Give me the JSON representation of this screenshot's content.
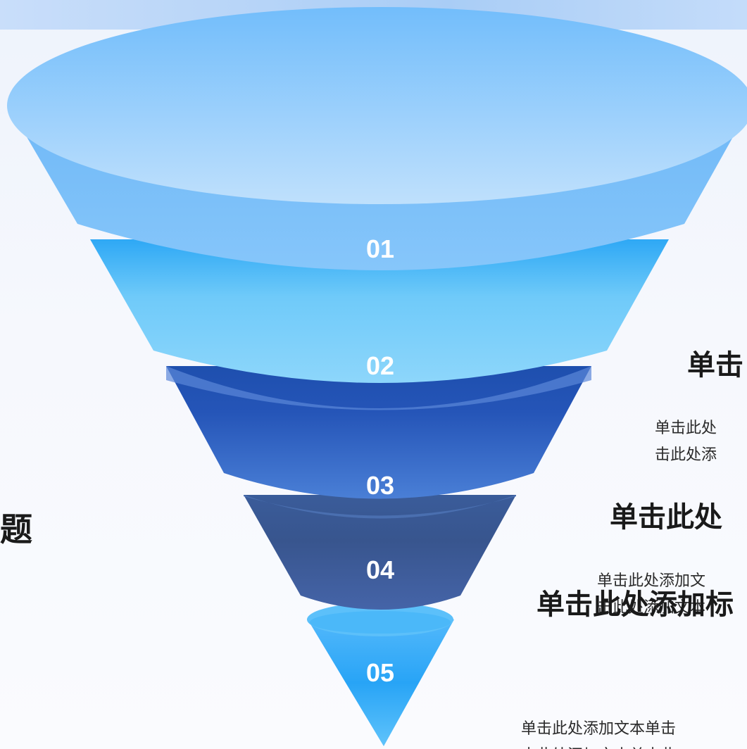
{
  "funnel": {
    "steps": [
      {
        "number": "01"
      },
      {
        "number": "02"
      },
      {
        "number": "03"
      },
      {
        "number": "04"
      },
      {
        "number": "05"
      }
    ]
  },
  "left_title": {
    "visible_text": "题"
  },
  "items": [
    {
      "heading": "单击",
      "body": "单击此处\n击此处添"
    },
    {
      "heading": "单击此处",
      "body": "单击此处添加文\n击此处添加文本"
    },
    {
      "heading": "单击此处添加标",
      "body": "单击此处添加文本单击\n击此处添加文本单击此"
    }
  ]
}
